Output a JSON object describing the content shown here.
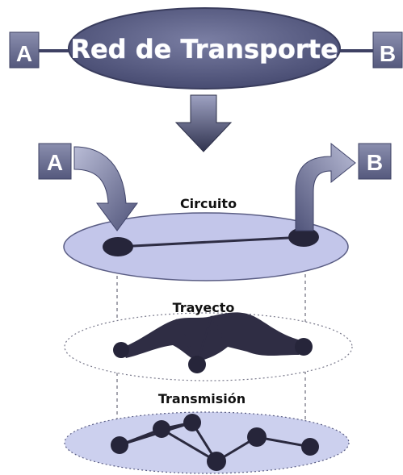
{
  "header": {
    "title": "Red de Transporte",
    "left_node": "A",
    "right_node": "B"
  },
  "circuit": {
    "label": "Circuito",
    "source": "A",
    "destination": "B"
  },
  "layers": {
    "path_label": "Trayecto",
    "transmission_label": "Transmisión"
  },
  "colors": {
    "ellipse_fill": "#5b5f86",
    "node_box": "#6f7395",
    "arrow": "#3e4163",
    "plane_fill": "#c9cdee",
    "node_dark": "#26253a"
  }
}
